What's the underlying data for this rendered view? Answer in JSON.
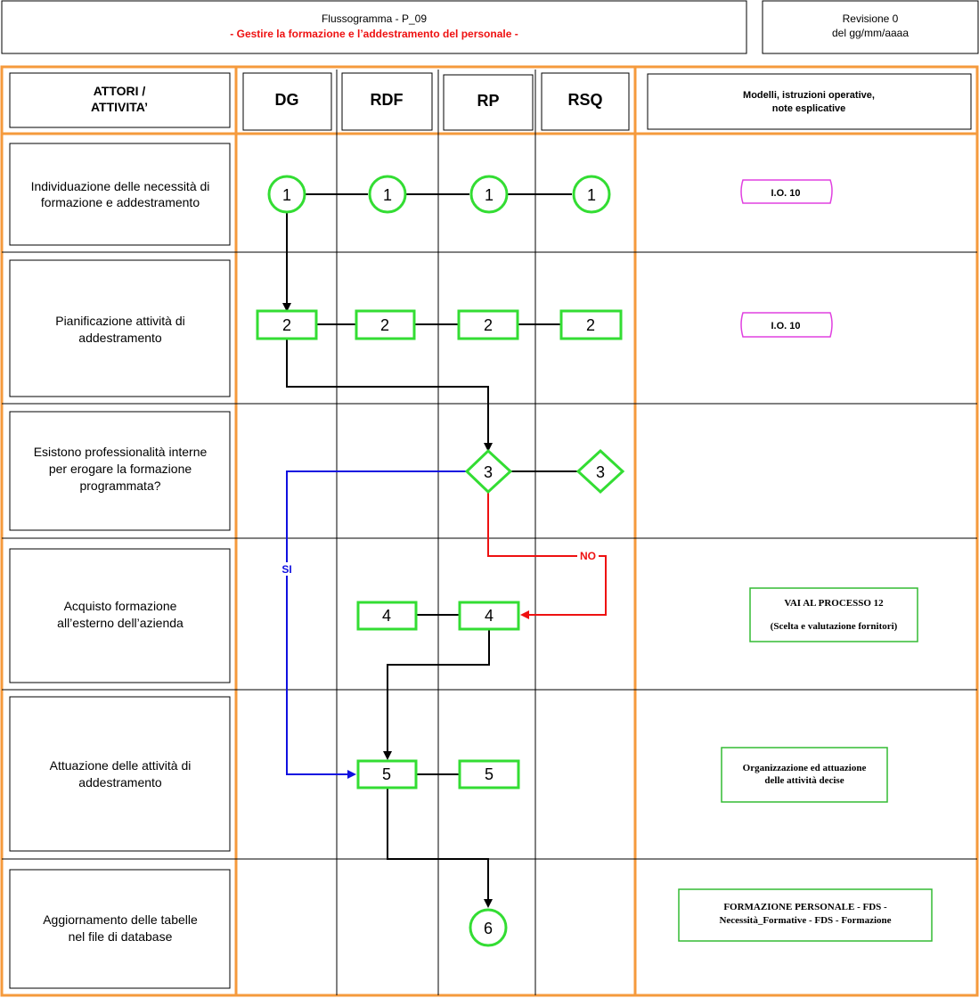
{
  "header": {
    "title": "Flussogramma - P_09",
    "subtitle": "- Gestire la formazione e l’addestramento del personale -",
    "revision_line1": "Revisione 0",
    "revision_line2": "del gg/mm/aaaa"
  },
  "columns": {
    "actors_line1": "ATTORI /",
    "actors_line2": "ATTIVITA’",
    "dg": "DG",
    "rdf": "RDF",
    "rp": "RP",
    "rsq": "RSQ",
    "models_line1": "Modelli, istruzioni operative,",
    "models_line2": "note esplicative"
  },
  "rows": [
    {
      "line1": "Individuazione delle necessità di",
      "line2": "formazione e addestramento"
    },
    {
      "line1": "Pianificazione attività di",
      "line2": "addestramento"
    },
    {
      "line1": "Esistono professionalità interne",
      "line2": "per erogare la formazione",
      "line3": "programmata?"
    },
    {
      "line1": "Acquisto formazione",
      "line2": "all’esterno dell’azienda"
    },
    {
      "line1": "Attuazione delle attività di",
      "line2": "addestramento"
    },
    {
      "line1": "Aggiornamento delle tabelle",
      "line2": "nel file di database"
    }
  ],
  "nodes": {
    "n1": "1",
    "n2": "2",
    "n3": "3",
    "n4": "4",
    "n5": "5",
    "n6": "6"
  },
  "edge_labels": {
    "yes": "SI",
    "no": "NO"
  },
  "notes": {
    "io10_a": "I.O. 10",
    "io10_b": "I.O. 10",
    "process12_line1": "VAI AL PROCESSO 12",
    "process12_line2": "(Scelta e valutazione fornitori)",
    "attuazione_line1": "Organizzazione ed attuazione",
    "attuazione_line2": "delle attività decise",
    "database_line1": "FORMAZIONE PERSONALE - FDS -",
    "database_line2": "Necessità_Formative - FDS - Formazione"
  },
  "colors": {
    "frame": "#f59a3c",
    "node_green": "#33dd33",
    "flow_black": "#000000",
    "yes_blue": "#1010e0",
    "no_red": "#ee1111",
    "subtitle_red": "#ee1111",
    "io_magenta": "#e040e0",
    "note_green": "#33bb33"
  }
}
